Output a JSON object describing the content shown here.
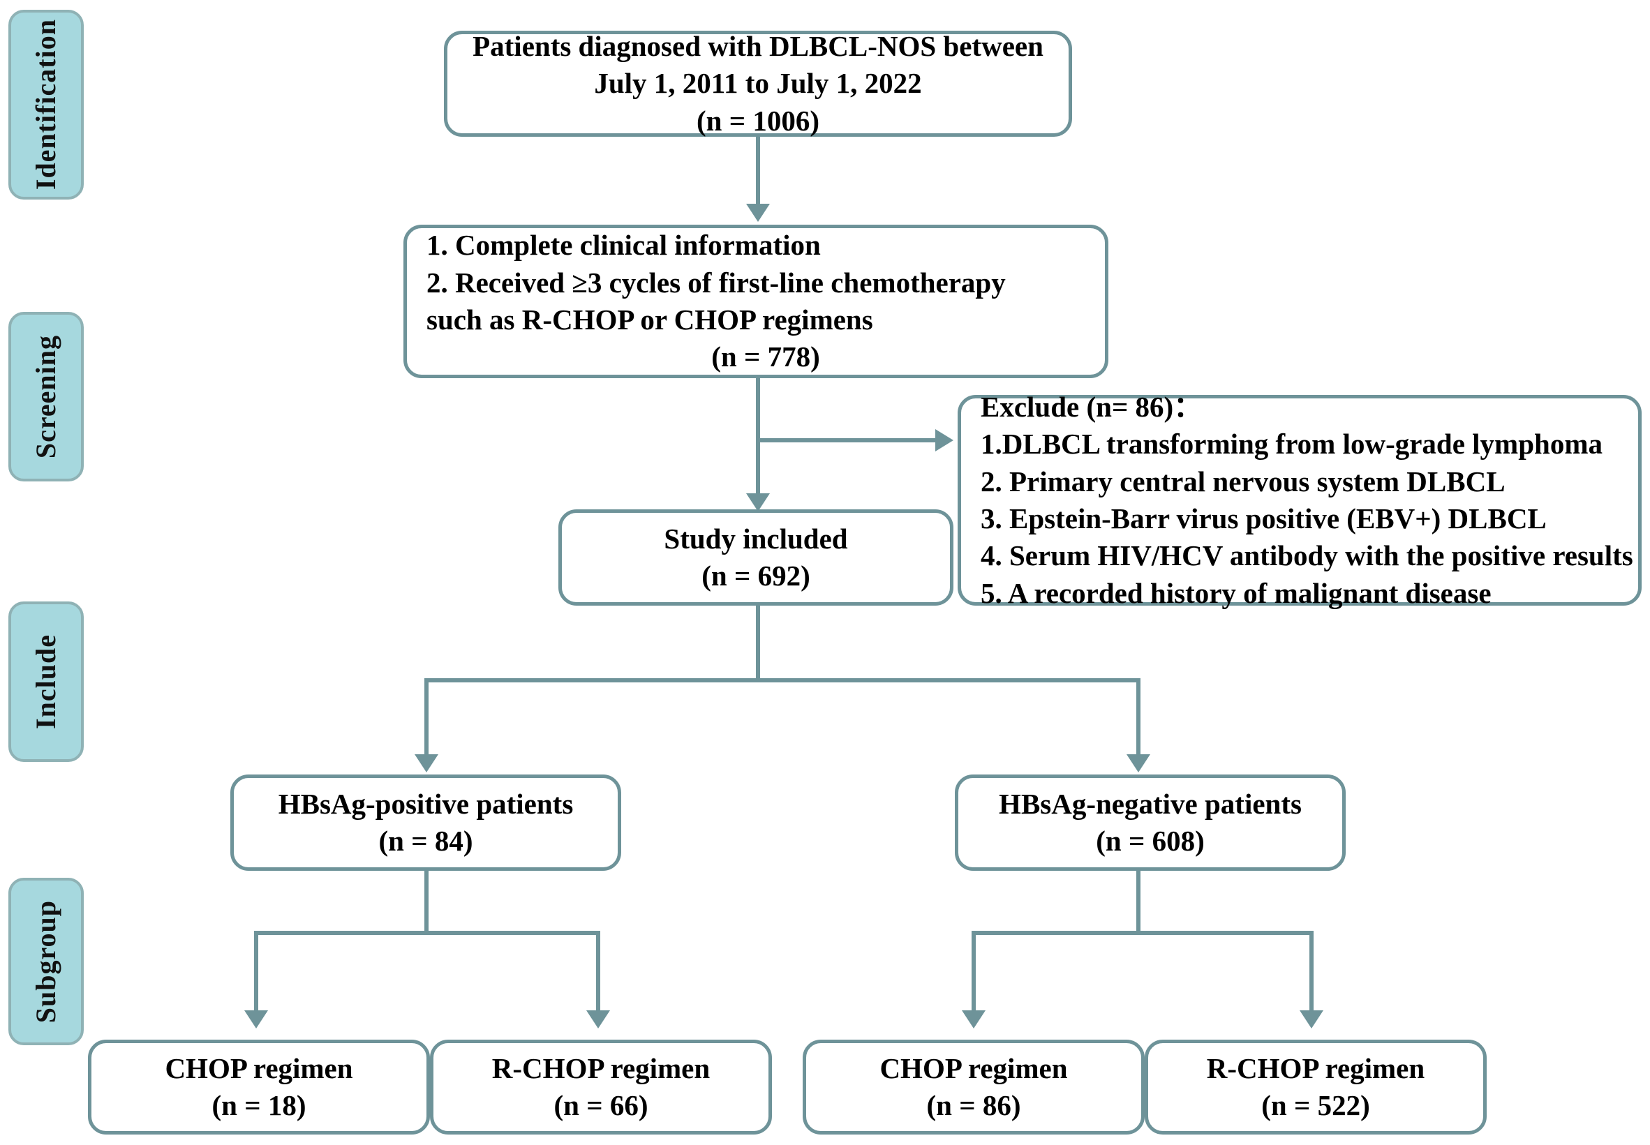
{
  "diagram": {
    "title": "Patient selection flowchart (DLBCL-NOS)",
    "colors": {
      "stage_fill": "#a6d8de",
      "stage_border": "#8fb2b5",
      "box_border": "#6e9399",
      "box_fill": "#ffffff",
      "connector": "#6e9399",
      "text": "#000000"
    }
  },
  "stages": [
    {
      "id": "identification",
      "label": "Identification"
    },
    {
      "id": "screening",
      "label": "Screening"
    },
    {
      "id": "include",
      "label": "Include"
    },
    {
      "id": "subgroup",
      "label": "Subgroup"
    }
  ],
  "nodes": {
    "diagnosed": {
      "lines": [
        "Patients diagnosed with DLBCL-NOS between",
        "July 1, 2011 to July 1, 2022",
        "(n = 1006)"
      ],
      "n": 1006
    },
    "criteria": {
      "lines": [
        "1. Complete clinical information",
        "2. Received ≥3 cycles of first-line chemotherapy",
        " such as R-CHOP or CHOP regimens"
      ],
      "count_line": "(n = 778)",
      "n": 778
    },
    "exclude": {
      "lines": [
        "Exclude (n= 86)：",
        "1.DLBCL transforming from low-grade lymphoma",
        "2. Primary central nervous system DLBCL",
        "3. Epstein-Barr virus positive (EBV+) DLBCL",
        "4. Serum HIV/HCV antibody with the positive results",
        "5. A recorded history of malignant disease"
      ],
      "n": 86
    },
    "included": {
      "title": "Study included",
      "count_line": "(n = 692)",
      "n": 692
    },
    "hbsag_positive": {
      "title": "HBsAg-positive patients",
      "count_line": "(n = 84)",
      "n": 84
    },
    "hbsag_negative": {
      "title": "HBsAg-negative patients",
      "count_line": "(n = 608)",
      "n": 608
    },
    "pos_chop": {
      "title": "CHOP regimen",
      "count_line": "(n = 18)",
      "n": 18
    },
    "pos_rchop": {
      "title": "R-CHOP regimen",
      "count_line": "(n = 66)",
      "n": 66
    },
    "neg_chop": {
      "title": "CHOP regimen",
      "count_line": "(n = 86)",
      "n": 86
    },
    "neg_rchop": {
      "title": "R-CHOP regimen",
      "count_line": "(n = 522)",
      "n": 522
    }
  }
}
